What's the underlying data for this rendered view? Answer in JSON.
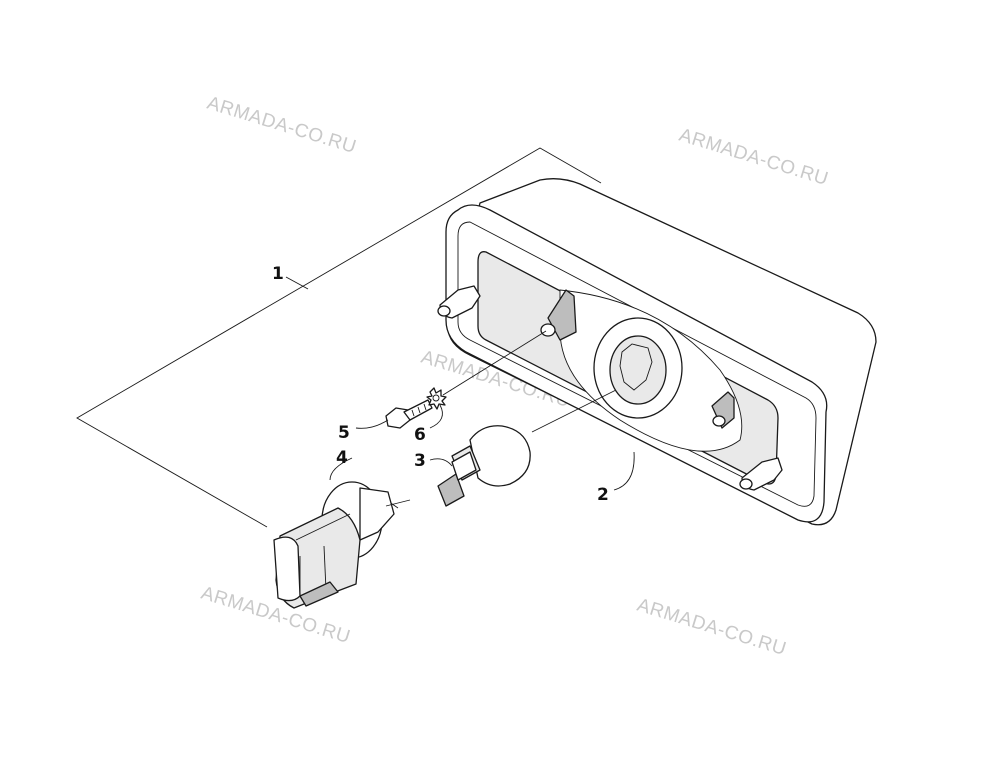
{
  "watermark": {
    "text": "ARMADA-CO.RU"
  },
  "callouts": {
    "c1": "1",
    "c2": "2",
    "c3": "3",
    "c4": "4",
    "c5": "5",
    "c6": "6"
  },
  "colors": {
    "line": "#1a1a1a",
    "watermark": "#c9c9c9",
    "background": "#ffffff"
  }
}
